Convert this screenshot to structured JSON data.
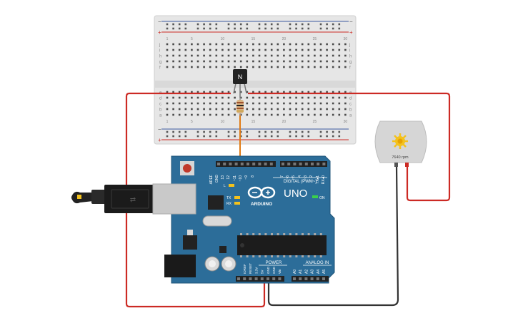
{
  "breadboard": {
    "columns": 30,
    "rows_top": [
      "j",
      "i",
      "h",
      "g",
      "f"
    ],
    "rows_bottom": [
      "e",
      "d",
      "c",
      "b",
      "a"
    ],
    "rail_plus": "+",
    "rail_minus": "−",
    "column_numbers": [
      "1",
      "",
      "",
      "",
      "5",
      "",
      "",
      "",
      "",
      "10",
      "",
      "",
      "",
      "",
      "15",
      "",
      "",
      "",
      "",
      "20",
      "",
      "",
      "",
      "",
      "25",
      "",
      "",
      "",
      "",
      "30"
    ]
  },
  "transistor": {
    "label": "N"
  },
  "motor": {
    "rpm_label": "7640 rpm"
  },
  "arduino": {
    "logo_text": "ARDUINO",
    "model": "UNO",
    "on_label": "ON",
    "l_label": "L",
    "tx_label": "TX",
    "rx_label": "RX",
    "digital_label": "DIGITAL (PWM~)",
    "power_label": "POWER",
    "analog_label": "ANALOG IN",
    "aref": "AREF",
    "gnd_top": "GND",
    "digital_pins": [
      "13",
      "12",
      "~11",
      "~10",
      "~9",
      "8",
      "7",
      "~6",
      "~5",
      "4",
      "~3",
      "2",
      "TX▸1",
      "RX◂0"
    ],
    "power_pins": [
      "IOREF",
      "RESET",
      "3.3V",
      "5V",
      "GND",
      "GND",
      "Vin"
    ],
    "analog_pins": [
      "A0",
      "A1",
      "A2",
      "A3",
      "A4",
      "A5"
    ]
  },
  "colors": {
    "board": "#2c6d99",
    "wire_red": "#cc2a24",
    "wire_black": "#333333",
    "wire_orange": "#e07a14",
    "breadboard": "#e9e9e9"
  }
}
